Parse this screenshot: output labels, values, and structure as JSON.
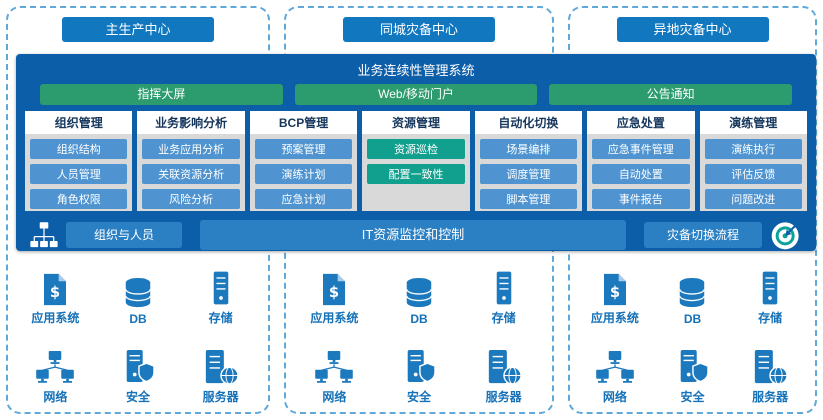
{
  "colors": {
    "dashed_border": "#5ea9da",
    "header_blue": "#1178bf",
    "panel_blue": "#0d5ea8",
    "portal_green": "#2c9c6f",
    "module_body_gray": "#d9d9d9",
    "item_blue": "#4f94d0",
    "item_teal": "#12a08e",
    "bar_blue": "#2b80c4",
    "icon_blue": "#1c79bd",
    "label_blue": "#1571b8"
  },
  "centers": [
    {
      "label": "主生产中心"
    },
    {
      "label": "同城灾备中心"
    },
    {
      "label": "异地灾备中心"
    }
  ],
  "system": {
    "title": "业务连续性管理系统",
    "portals": [
      {
        "label": "指挥大屏"
      },
      {
        "label": "Web/移动门户"
      },
      {
        "label": "公告通知"
      }
    ],
    "modules": [
      {
        "title": "组织管理",
        "items": [
          "组织结构",
          "人员管理",
          "角色权限"
        ]
      },
      {
        "title": "业务影响分析",
        "items": [
          "业务应用分析",
          "关联资源分析",
          "风险分析"
        ]
      },
      {
        "title": "BCP管理",
        "items": [
          "预案管理",
          "演练计划",
          "应急计划"
        ]
      },
      {
        "title": "资源管理",
        "items": [
          "资源巡检",
          "配置一致性"
        ]
      },
      {
        "title": "自动化切换",
        "items": [
          "场景编排",
          "调度管理",
          "脚本管理"
        ]
      },
      {
        "title": "应急处置",
        "items": [
          "应急事件管理",
          "自动处置",
          "事件报告"
        ]
      },
      {
        "title": "演练管理",
        "items": [
          "演练执行",
          "评估反馈",
          "问题改进"
        ]
      }
    ],
    "bottom": {
      "org": "组织与人员",
      "monitor": "IT资源监控和控制",
      "switch": "灾备切换流程"
    }
  },
  "infrastructure": {
    "items": [
      {
        "label": "应用系统",
        "icon": "application-icon"
      },
      {
        "label": "DB",
        "icon": "database-icon"
      },
      {
        "label": "存储",
        "icon": "storage-icon"
      },
      {
        "label": "网络",
        "icon": "network-icon"
      },
      {
        "label": "安全",
        "icon": "security-icon"
      },
      {
        "label": "服务器",
        "icon": "server-icon"
      }
    ]
  }
}
